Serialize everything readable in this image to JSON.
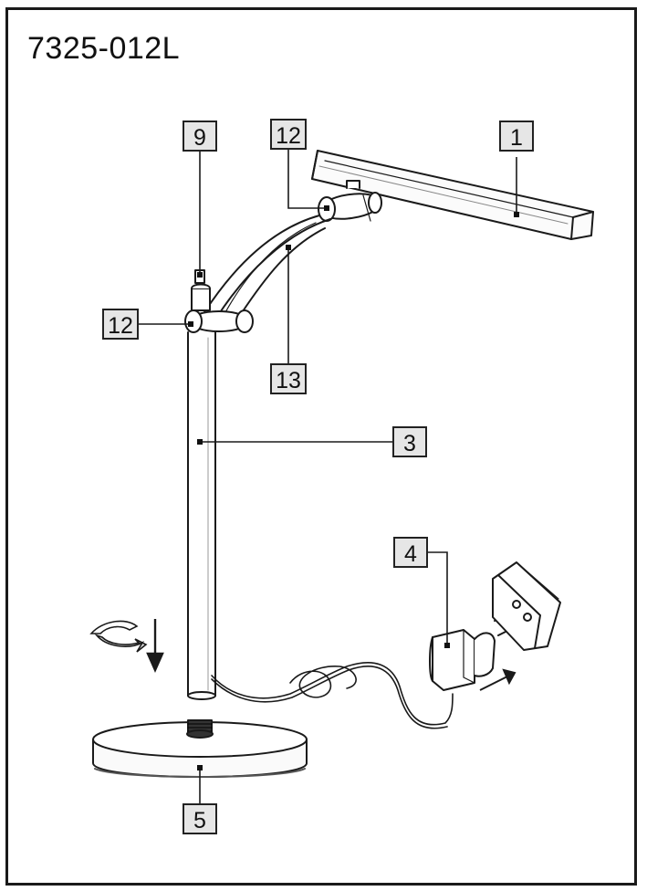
{
  "model_code": "7325-012L",
  "callouts": [
    {
      "id": "lamp-head",
      "label": "1"
    },
    {
      "id": "adapter",
      "label": "4"
    },
    {
      "id": "top-screw",
      "label": "9"
    },
    {
      "id": "upper-joint",
      "label": "12"
    },
    {
      "id": "lower-joint",
      "label": "12"
    },
    {
      "id": "arm",
      "label": "13"
    },
    {
      "id": "pole",
      "label": "3"
    },
    {
      "id": "base",
      "label": "5"
    }
  ]
}
